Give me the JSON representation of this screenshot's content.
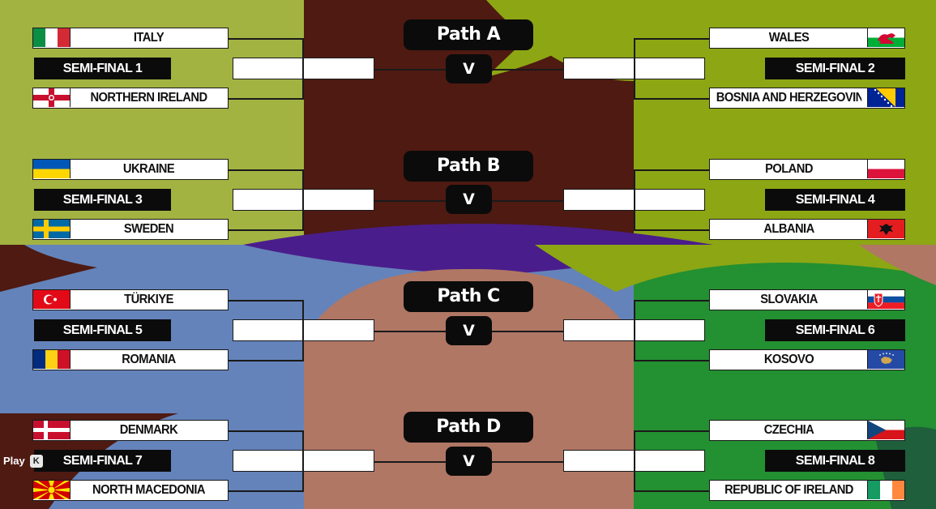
{
  "paths": [
    {
      "title": "Path A",
      "vs_label": "V",
      "left_semi": {
        "label": "SEMI-FINAL 1",
        "teams": [
          {
            "name": "ITALY",
            "flag": "italy-flag"
          },
          {
            "name": "NORTHERN IRELAND",
            "flag": "northern-ireland-flag"
          }
        ]
      },
      "right_semi": {
        "label": "SEMI-FINAL 2",
        "teams": [
          {
            "name": "WALES",
            "flag": "wales-flag"
          },
          {
            "name": "BOSNIA AND HERZEGOVINA",
            "flag": "bosnia-flag"
          }
        ]
      }
    },
    {
      "title": "Path B",
      "vs_label": "V",
      "left_semi": {
        "label": "SEMI-FINAL 3",
        "teams": [
          {
            "name": "UKRAINE",
            "flag": "ukraine-flag"
          },
          {
            "name": "SWEDEN",
            "flag": "sweden-flag"
          }
        ]
      },
      "right_semi": {
        "label": "SEMI-FINAL 4",
        "teams": [
          {
            "name": "POLAND",
            "flag": "poland-flag"
          },
          {
            "name": "ALBANIA",
            "flag": "albania-flag"
          }
        ]
      }
    },
    {
      "title": "Path C",
      "vs_label": "V",
      "left_semi": {
        "label": "SEMI-FINAL 5",
        "teams": [
          {
            "name": "TÜRKIYE",
            "flag": "turkiye-flag"
          },
          {
            "name": "ROMANIA",
            "flag": "romania-flag"
          }
        ]
      },
      "right_semi": {
        "label": "SEMI-FINAL 6",
        "teams": [
          {
            "name": "SLOVAKIA",
            "flag": "slovakia-flag"
          },
          {
            "name": "KOSOVO",
            "flag": "kosovo-flag"
          }
        ]
      }
    },
    {
      "title": "Path D",
      "vs_label": "V",
      "left_semi": {
        "label": "SEMI-FINAL 7",
        "teams": [
          {
            "name": "DENMARK",
            "flag": "denmark-flag"
          },
          {
            "name": "NORTH MACEDONIA",
            "flag": "north-macedonia-flag"
          }
        ]
      },
      "right_semi": {
        "label": "SEMI-FINAL 8",
        "teams": [
          {
            "name": "CZECHIA",
            "flag": "czechia-flag"
          },
          {
            "name": "REPUBLIC OF IRELAND",
            "flag": "ireland-flag"
          }
        ]
      }
    }
  ],
  "video_control": {
    "label": "Play",
    "key": "K"
  },
  "colors": {
    "olive": "#a2b342",
    "maroon": "#4e1a12",
    "lime": "#8da614",
    "blue": "#6483ba",
    "terracotta": "#b07764",
    "green": "#239032",
    "purple": "#4a1d8c",
    "black": "#0b0b0b"
  }
}
